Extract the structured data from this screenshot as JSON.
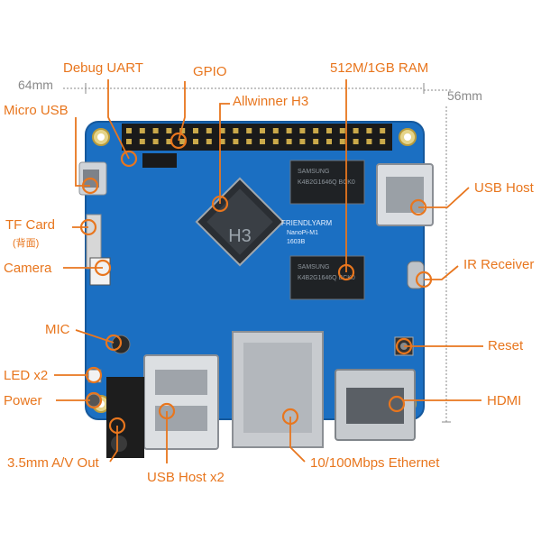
{
  "colors": {
    "callout": "#e8761e",
    "label": "#e8761e",
    "board": "#1b6fc2",
    "board_edge": "#15589c",
    "dimension": "#8a8a8a"
  },
  "dimensions": {
    "width": "64mm",
    "height": "56mm"
  },
  "labels": {
    "debug_uart": "Debug UART",
    "gpio": "GPIO",
    "ram": "512M/1GB RAM",
    "micro_usb": "Micro USB",
    "allwinner": "Allwinner H3",
    "usb_host": "USB Host",
    "tf_card": "TF Card",
    "tf_card_note": "(背面)",
    "camera": "Camera",
    "ir_receiver": "IR Receiver",
    "mic": "MIC",
    "reset": "Reset",
    "led": "LED x2",
    "hdmi": "HDMI",
    "power": "Power",
    "av_out": "3.5mm A/V Out",
    "usb_host_x2": "USB Host x2",
    "ethernet": "10/100Mbps Ethernet"
  },
  "board_print": {
    "brand": "FRIENDLYARM",
    "model": "NanoPi-M1",
    "code": "1603B",
    "soc_mark": "H3",
    "ram_chip": "SAMSUNG",
    "ram_part": "K4B2G1646Q BCK0"
  }
}
